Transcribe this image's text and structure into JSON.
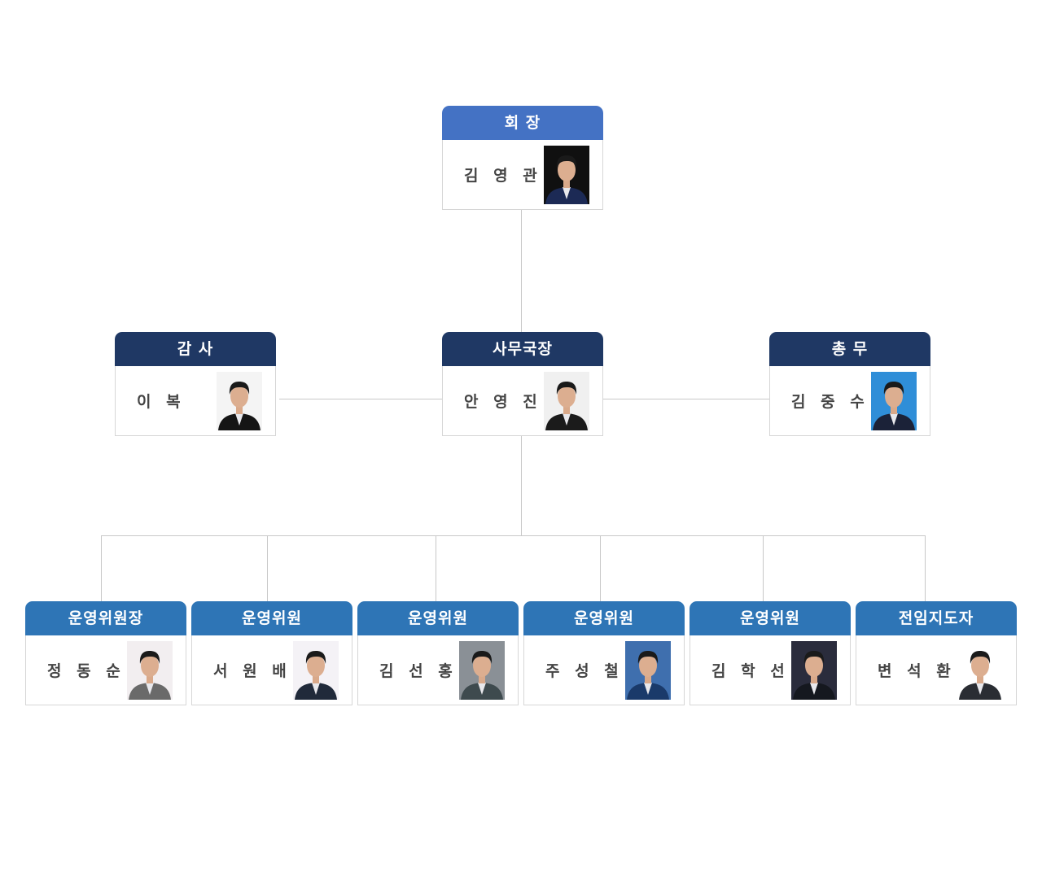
{
  "colors": {
    "top": "#4472c4",
    "middle": "#1f3864",
    "bottom": "#2e75b6",
    "line": "#c8c8c8"
  },
  "chart": {
    "president": {
      "title": "회 장",
      "name": "김 영 관",
      "photo_bg": "#101010",
      "suit": "#1c2a55"
    },
    "auditor": {
      "title": "감 사",
      "name": "이 복",
      "photo_bg": "#f4f4f4",
      "suit": "#151515"
    },
    "secretary_general": {
      "title": "사무국장",
      "name": "안 영 진",
      "photo_bg": "#f0f0f0",
      "suit": "#1b1b1b"
    },
    "general_affairs": {
      "title": "총 무",
      "name": "김 중 수",
      "photo_bg": "#2f8ed8",
      "suit": "#1b2238"
    },
    "committee": [
      {
        "title": "운영위원장",
        "name": "정 동 순",
        "photo_bg": "#f2eef0",
        "suit": "#6a6a6a"
      },
      {
        "title": "운영위원",
        "name": "서 원 배",
        "photo_bg": "#f4f2f6",
        "suit": "#202a3a"
      },
      {
        "title": "운영위원",
        "name": "김 선 홍",
        "photo_bg": "#8a9096",
        "suit": "#3e4a4e"
      },
      {
        "title": "운영위원",
        "name": "주 성 철",
        "photo_bg": "#3f6fae",
        "suit": "#1a3a6a"
      },
      {
        "title": "운영위원",
        "name": "김 학 선",
        "photo_bg": "#2a2c3c",
        "suit": "#15181f"
      },
      {
        "title": "전임지도자",
        "name": "변 석 환",
        "photo_bg": "#ffffff",
        "suit": "#2a2d33"
      }
    ]
  }
}
